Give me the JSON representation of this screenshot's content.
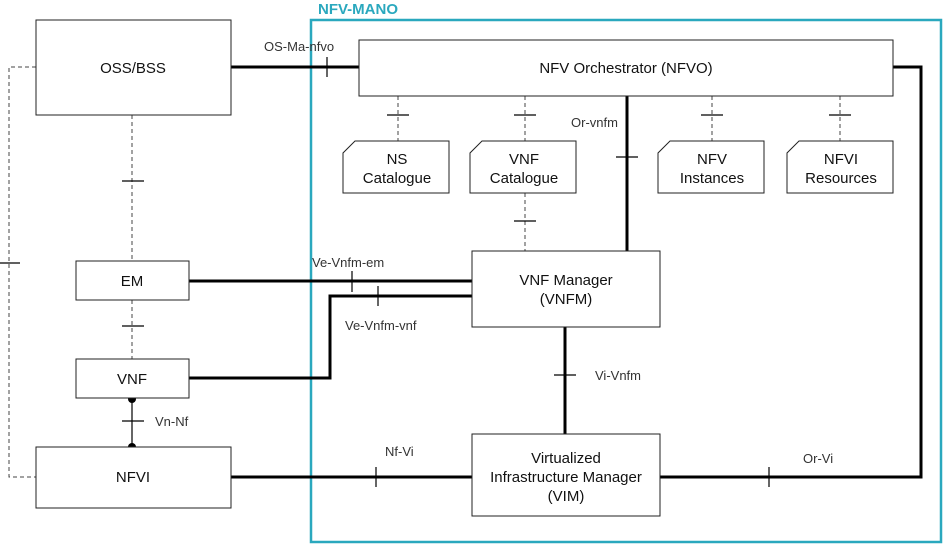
{
  "colors": {
    "mano_border": "#2aa8be",
    "mano_title": "#2aa8be",
    "line": "#000000"
  },
  "mano": {
    "title": "NFV-MANO"
  },
  "boxes": {
    "oss_bss": "OSS/BSS",
    "nfvo": "NFV Orchestrator (NFVO)",
    "em": "EM",
    "vnf": "VNF",
    "nfvi": "NFVI",
    "vnfm": [
      "VNF Manager",
      "(VNFM)"
    ],
    "vim": [
      "Virtualized",
      "Infrastructure Manager",
      "(VIM)"
    ]
  },
  "repositories": {
    "ns_catalogue": [
      "NS",
      "Catalogue"
    ],
    "vnf_catalogue": [
      "VNF",
      "Catalogue"
    ],
    "nfv_instances": [
      "NFV",
      "Instances"
    ],
    "nfvi_resources": [
      "NFVI",
      "Resources"
    ]
  },
  "interfaces": {
    "os_ma_nfvo": "OS-Ma-nfvo",
    "or_vnfm": "Or-vnfm",
    "ve_vnfm_em": "Ve-Vnfm-em",
    "ve_vnfm_vnf": "Ve-Vnfm-vnf",
    "vi_vnfm": "Vi-Vnfm",
    "vn_nf": "Vn-Nf",
    "nf_vi": "Nf-Vi",
    "or_vi": "Or-Vi"
  }
}
